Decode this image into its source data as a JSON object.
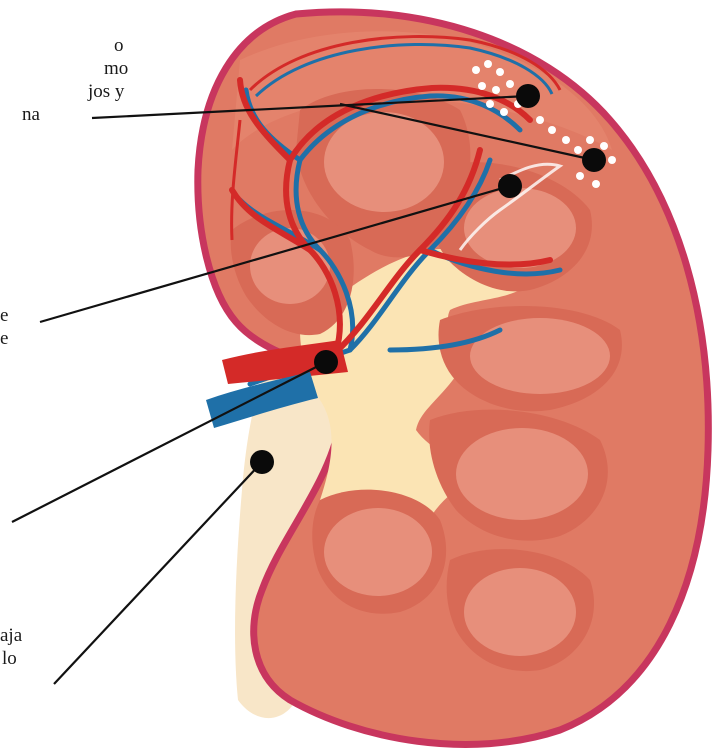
{
  "colors": {
    "outline": "#c8365e",
    "kidney": "#e07a64",
    "pyramid_dark": "#d86a56",
    "pyramid_light": "#eea08c",
    "pelvis": "#fbe4b4",
    "fat": "#f8e6c8",
    "artery": "#d42a28",
    "vein": "#1f70a8",
    "marker": "#0a0a0a",
    "nephron_dots": "#ffffff",
    "leader_line": "#111111"
  },
  "labels": {
    "nephrons": {
      "lines": [
        "o",
        "mo",
        "jos y",
        "na"
      ]
    },
    "vessels": {
      "lines": [
        "e",
        "e"
      ]
    },
    "pelvis": {
      "lines": [
        ""
      ]
    },
    "ureter": {
      "lines": [
        "aja",
        "lo"
      ]
    }
  }
}
